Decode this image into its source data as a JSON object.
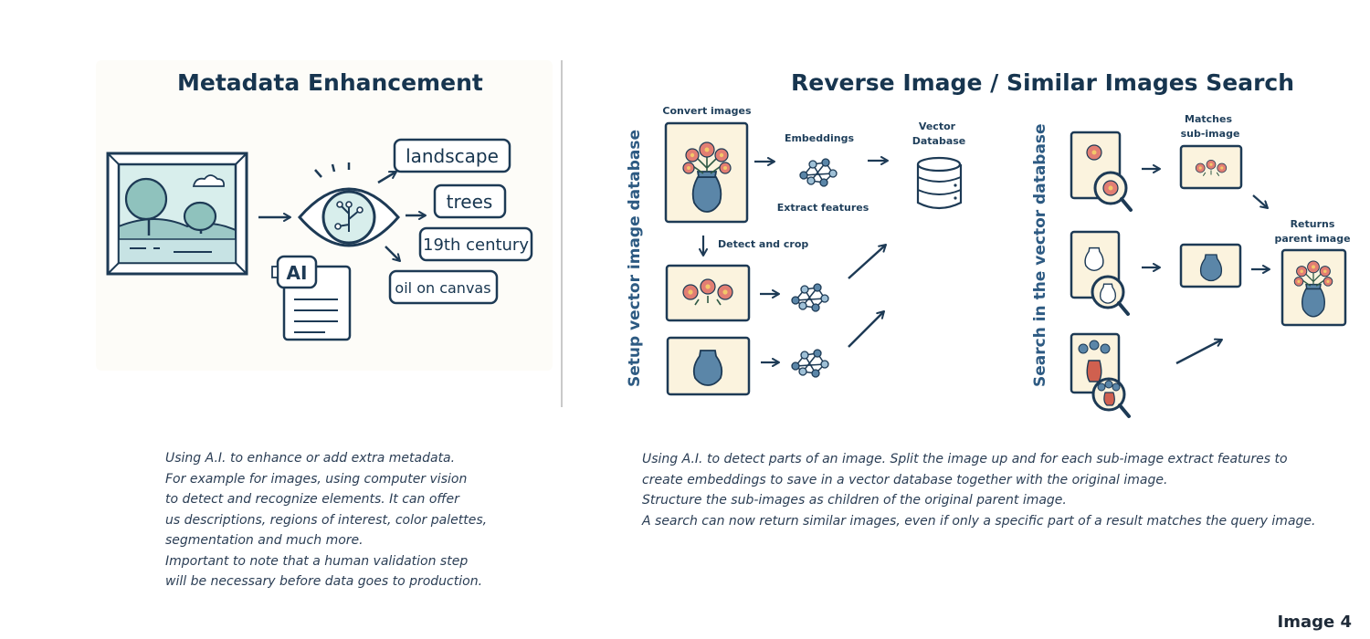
{
  "left_panel": {
    "title": "Metadata Enhancement",
    "tags": [
      "landscape",
      "trees",
      "19th century",
      "oil on canvas"
    ],
    "ai_badge": "AI",
    "icons": [
      "framed-landscape-painting-icon",
      "arrow-right-icon",
      "ai-eye-icon",
      "ai-document-icon"
    ],
    "description": [
      "Using A.I. to enhance or add extra metadata.",
      "For example for images, using computer vision",
      "to detect and recognize elements. It can offer",
      "us descriptions, regions of interest, color palettes,",
      "segmentation and much more.",
      "Important to note that a human validation step",
      "will be necessary before data goes to production."
    ]
  },
  "right_panel": {
    "title": "Reverse Image / Similar Images Search",
    "setup": {
      "vertical_label": "Setup vector image database",
      "convert_label": "Convert images",
      "embeddings_label": "Embeddings",
      "extract_label": "Extract features",
      "vector_db_label": [
        "Vector",
        "Database"
      ],
      "detect_crop_label": "Detect and crop"
    },
    "search": {
      "vertical_label": "Search in the vector database",
      "matches_label": [
        "Matches",
        "sub-image"
      ],
      "returns_label": [
        "Returns",
        "parent image"
      ]
    },
    "icons": [
      "flower-vase-image-icon",
      "neural-network-icon",
      "database-icon",
      "magnifier-icon",
      "vase-image-icon"
    ],
    "description": [
      "Using A.I. to detect parts of an image. Split the image up and for each sub-image extract features to",
      "create embeddings to save in a vector database together with the original image.",
      "Structure the sub-images as children of the original parent image.",
      "A search can now return similar images, even if only a specific part of a result matches the query image."
    ]
  },
  "footer": {
    "image_label": "Image 4"
  },
  "colors": {
    "navy": "#1d3a55",
    "vase_blue": "#5b86a8",
    "flower_pink": "#e27e73",
    "panel_cream": "#fbf3de",
    "frame_fill": "#d8eeec"
  }
}
